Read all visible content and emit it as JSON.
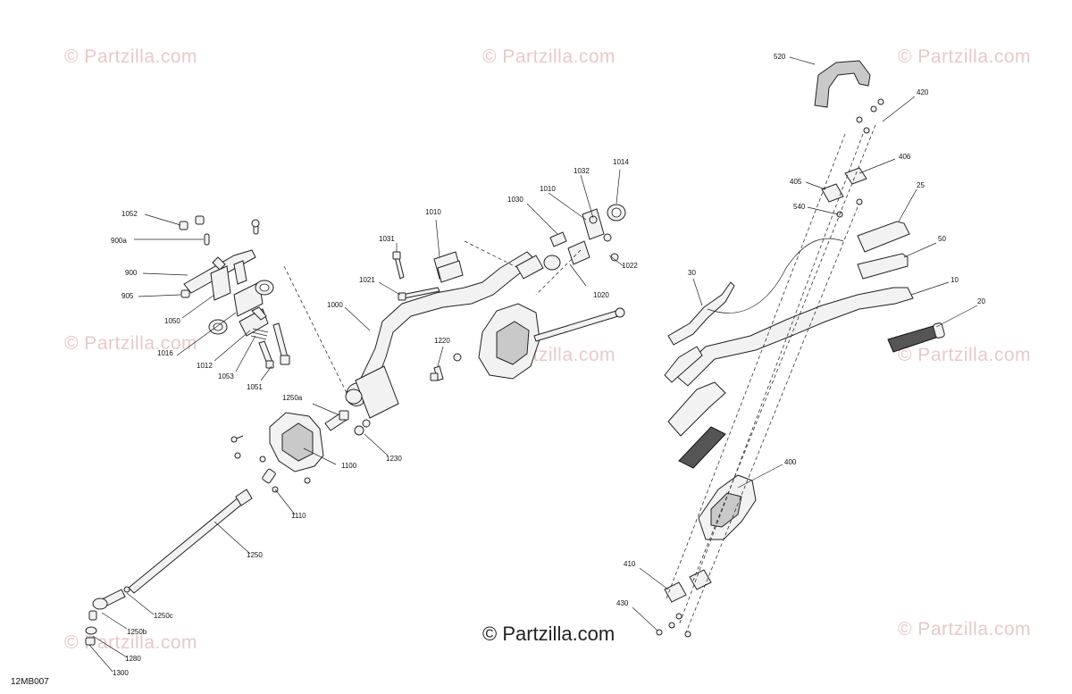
{
  "watermark": "© Partzilla.com",
  "center_watermark": "© Partzilla.com",
  "diagram_code": "12MB007",
  "callouts": {
    "c1052": "1052",
    "c900a": "900a",
    "c900": "900",
    "c905": "905",
    "c1050": "1050",
    "c1016": "1016",
    "c1012": "1012",
    "c1053": "1053",
    "c1051": "1051",
    "c1031": "1031",
    "c1010a": "1010",
    "c1021": "1021",
    "c1000": "1000",
    "c1030": "1030",
    "c1010b": "1010",
    "c1032": "1032",
    "c1014": "1014",
    "c1022": "1022",
    "c1020": "1020",
    "c1220": "1220",
    "c1250a": "1250a",
    "c1230": "1230",
    "c1100": "1100",
    "c1110": "1110",
    "c1250": "1250",
    "c1250c": "1250c",
    "c1250b": "1250b",
    "c1280": "1280",
    "c1300": "1300",
    "c520": "520",
    "c420": "420",
    "c406": "406",
    "c405": "405",
    "c540": "540",
    "c25": "25",
    "c50": "50",
    "c30": "30",
    "c10": "10",
    "c20": "20",
    "c400": "400",
    "c410": "410",
    "c430": "430"
  }
}
